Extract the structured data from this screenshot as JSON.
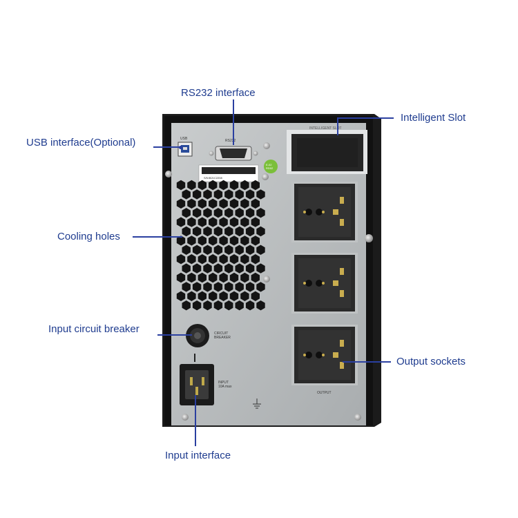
{
  "callouts": {
    "rs232": "RS232 interface",
    "usb": "USB interface(Optional)",
    "intelligent_slot": "Intelligent Slot",
    "cooling": "Cooling holes",
    "breaker": "Input circuit breaker",
    "output_sockets": "Output sockets",
    "input_interface": "Input interface"
  },
  "panel_labels": {
    "usb": "USB",
    "rs232": "RS232",
    "slot": "INTELLIGENT SLOT",
    "breaker_line1": "CIRCUIT",
    "breaker_line2": "BREAKER",
    "input_line1": "INPUT",
    "input_line2": "10A max",
    "output": "OUTPUT",
    "serial": "S/N:B21C2208",
    "badge_line1": "E-02",
    "badge_line2": "RD02"
  },
  "icons": [
    "usb-port-icon",
    "db9-port-icon",
    "ground-symbol-icon",
    "screw-icon"
  ],
  "colors": {
    "callout_text": "#1f3c8f",
    "pointer_line": "#2a3fa0",
    "panel": "#b9bdbf",
    "frame": "#1b1b1b",
    "socket": "#2a2a2a"
  }
}
